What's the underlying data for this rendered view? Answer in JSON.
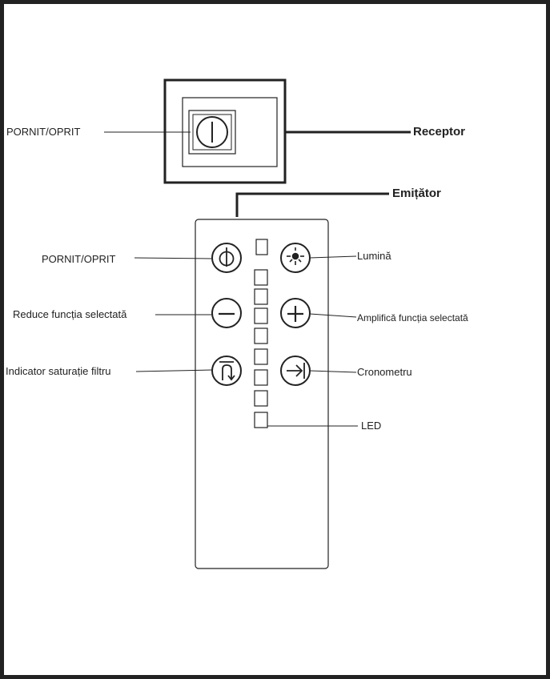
{
  "receiver": {
    "title": "Receptor",
    "switch_label": "PORNIT/OPRIT"
  },
  "emitter": {
    "title": "Emițător",
    "labels": {
      "power": "PORNIT/OPRIT",
      "light": "Lumină",
      "decrease": "Reduce funcția selectată",
      "increase": "Amplifică funcția selectată",
      "filter": "Indicator saturație filtru",
      "timer": "Cronometru",
      "led": "LED"
    },
    "buttons": [
      {
        "name": "power-icon"
      },
      {
        "name": "light-icon"
      },
      {
        "name": "minus-icon"
      },
      {
        "name": "plus-icon"
      },
      {
        "name": "filter-icon"
      },
      {
        "name": "timer-icon"
      }
    ]
  }
}
